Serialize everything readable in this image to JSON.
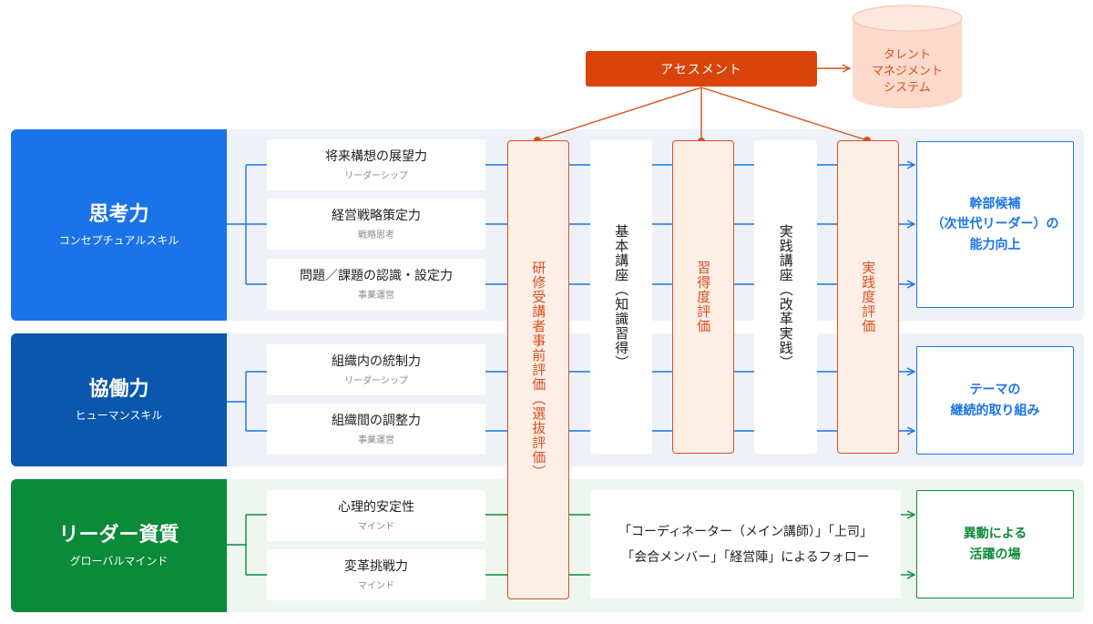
{
  "assessment": {
    "label": "アセスメント"
  },
  "talent_system": {
    "line1": "タレント",
    "line2": "マネジメント",
    "line3": "システム"
  },
  "categories": [
    {
      "title": "思考力",
      "subtitle": "コンセプチュアルスキル",
      "color": "#1a73e8"
    },
    {
      "title": "協働力",
      "subtitle": "ヒューマンスキル",
      "color": "#0b57ad"
    },
    {
      "title": "リーダー資質",
      "subtitle": "グローバルマインド",
      "color": "#0b8a3a"
    }
  ],
  "skills": [
    {
      "name": "将来構想の展望力",
      "sub": "リーダーシップ"
    },
    {
      "name": "経営戦略策定力",
      "sub": "戦略思考"
    },
    {
      "name": "問題／課題の認識・設定力",
      "sub": "事業運営"
    },
    {
      "name": "組織内の統制力",
      "sub": "リーダーシップ"
    },
    {
      "name": "組織間の調整力",
      "sub": "事業運営"
    },
    {
      "name": "心理的安定性",
      "sub": "マインド"
    },
    {
      "name": "変革挑戦力",
      "sub": "マインド"
    }
  ],
  "columns": {
    "pre_eval": "研修受講者事前評価（選抜評価）",
    "basic": "基本講座（知識習得）",
    "mastery": "習得度評価",
    "practice": "実践講座（改革実践）",
    "practice_eval": "実践度評価"
  },
  "follow": {
    "line1": "「コーディネーター（メイン講師）」「上司」",
    "line2": "「会合メンバー」「経営陣」によるフォロー"
  },
  "outcomes": {
    "o1_line1": "幹部候補",
    "o1_line2": "（次世代リーダー）の",
    "o1_line3": "能力向上",
    "o2_line1": "テーマの",
    "o2_line2": "継続的取り組み",
    "o3_line1": "異動による",
    "o3_line2": "活躍の場"
  },
  "colors": {
    "accent_orange": "#d9440b",
    "line_blue": "#1a73e8",
    "line_green": "#0b8a3a",
    "cylinder_fill": "#fbd9cb"
  }
}
